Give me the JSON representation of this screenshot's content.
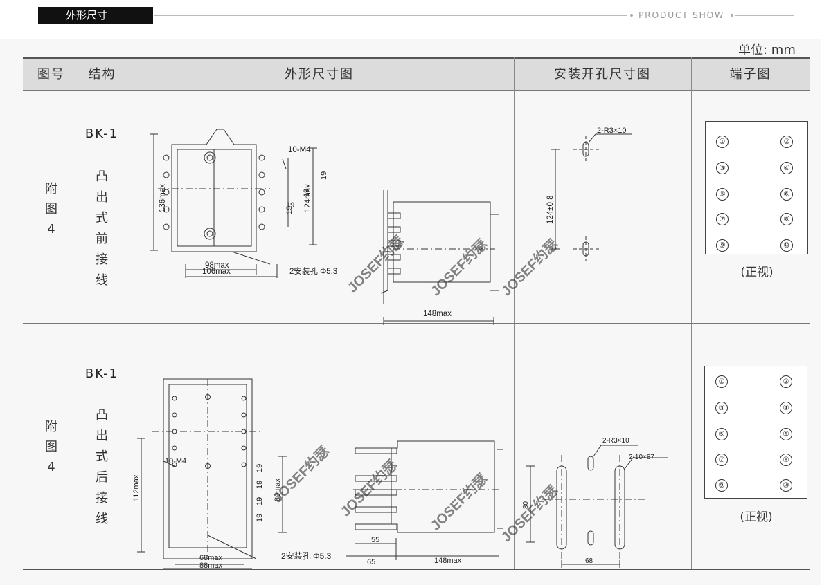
{
  "header": {
    "section_title": "外形尺寸",
    "product_show": "PRODUCT SHOW"
  },
  "unit_label": "单位: mm",
  "table": {
    "columns": [
      "图号",
      "结构",
      "外形尺寸图",
      "安装开孔尺寸图",
      "端子图"
    ],
    "rows": [
      {
        "figure_label": [
          "附",
          "图",
          "4"
        ],
        "model": "BK-1",
        "structure": [
          "凸",
          "出",
          "式",
          "前",
          "接",
          "线"
        ],
        "outline_labels": {
          "terminal_screws": "10-M4",
          "total_height": "136max",
          "height": "124max",
          "pitch": "19",
          "inner_width": "98max",
          "outer_width": "106max",
          "mounting_holes": "2安装孔 Φ5.3",
          "depth": "148max",
          "watermark": "JOSEF约瑟"
        },
        "cutout_labels": {
          "slot": "2-R3×10",
          "spacing": "124±0.8"
        },
        "terminals": [
          "①",
          "②",
          "③",
          "④",
          "⑤",
          "⑥",
          "⑦",
          "⑧",
          "⑨",
          "⑩"
        ],
        "view": "(正视)"
      },
      {
        "figure_label": [
          "附",
          "图",
          "4"
        ],
        "model": "BK-1",
        "structure": [
          "凸",
          "出",
          "式",
          "后",
          "接",
          "线"
        ],
        "outline_labels": {
          "terminal_screws": "10-M4",
          "total_height": "112max",
          "height": "80max",
          "pitch": "19",
          "inner_width": "68max",
          "outer_width": "88max",
          "mounting_holes": "2安装孔 Φ5.3",
          "stud_length": "55",
          "stud_offset": "65",
          "depth": "148max",
          "watermark": "JOSEF约瑟"
        },
        "cutout_labels": {
          "slot": "2-R3×10",
          "long_slot": "2-10×87",
          "height": "80",
          "width": "68"
        },
        "terminals": [
          "①",
          "②",
          "③",
          "④",
          "⑤",
          "⑥",
          "⑦",
          "⑧",
          "⑨",
          "⑩"
        ],
        "view": "(正视)"
      }
    ]
  }
}
